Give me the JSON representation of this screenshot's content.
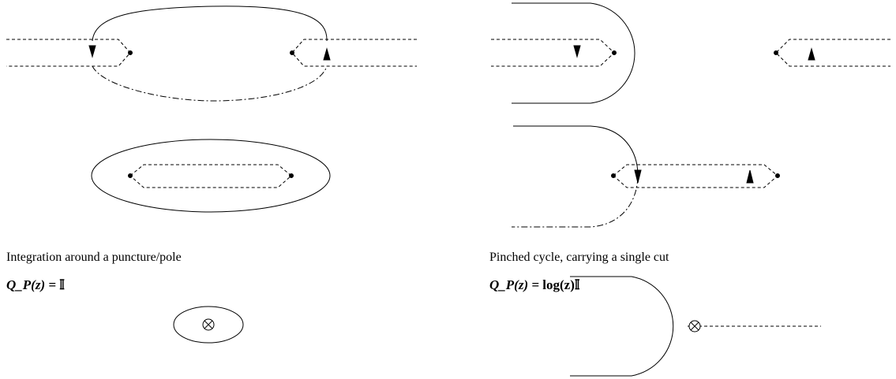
{
  "captions": {
    "left": "Integration around a puncture/pole",
    "right": "Pinched cycle, carrying a single cut"
  },
  "formulas": {
    "left": {
      "lhs": "Q_P(z) =",
      "rhs": "𝕀"
    },
    "right": {
      "lhs": "Q_P(z) =",
      "rhs": "log(z)𝕀"
    }
  },
  "colors": {
    "ink": "#000000",
    "background": "#ffffff"
  },
  "icons": {
    "puncture": "otimes-icon",
    "cut_direction": "arrowhead-icon",
    "branch_point": "dot-icon"
  }
}
